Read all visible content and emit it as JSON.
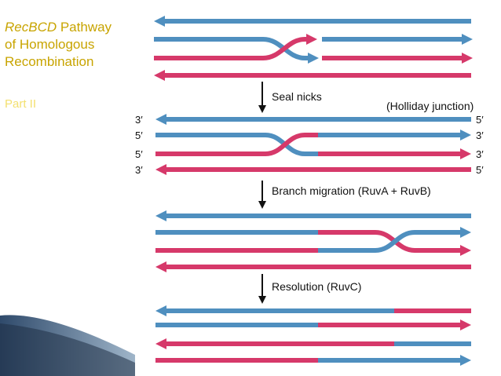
{
  "slide": {
    "title_italic": "RecBCD",
    "title_rest_1": " Pathway",
    "title_line_2": "of Homologous",
    "title_line_3": "Recombination",
    "subtitle": "Part II"
  },
  "colors": {
    "blue_strand": "#4f8fbf",
    "red_strand": "#d6396a",
    "title_gold": "#c8a400",
    "subtitle_yellow": "#f3e070",
    "swoosh": "#2f4a6b"
  },
  "diagram": {
    "steps": [
      {
        "label": "Seal nicks"
      },
      {
        "label": "Branch migration (RuvA + RuvB)"
      },
      {
        "label": "Resolution (RuvC)"
      }
    ],
    "holliday_label": "(Holliday junction)",
    "end_labels": {
      "left": [
        "3′",
        "5′",
        "5′",
        "3′"
      ],
      "right": [
        "5′",
        "3′",
        "3′",
        "5′"
      ]
    }
  }
}
